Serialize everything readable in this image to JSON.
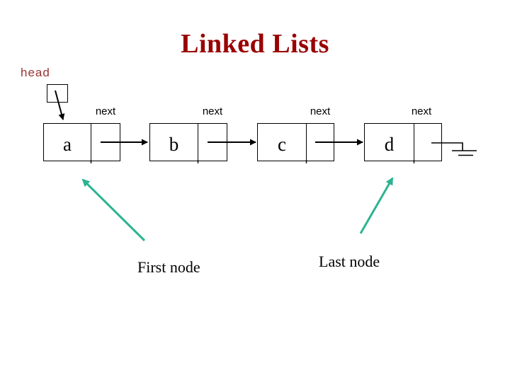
{
  "slide": {
    "title": "Linked Lists",
    "head_label": "head",
    "nodes": [
      {
        "value": "a",
        "pointer_label": "next"
      },
      {
        "value": "b",
        "pointer_label": "next"
      },
      {
        "value": "c",
        "pointer_label": "next"
      },
      {
        "value": "d",
        "pointer_label": "next"
      }
    ],
    "annotations": {
      "first_node": "First node",
      "last_node": "Last node"
    },
    "icons": {
      "null_terminator": "ground-icon"
    },
    "colors": {
      "title_text": "#990000",
      "head_label_text": "#993333",
      "diagram_lines": "#000000",
      "annotation_arrows": "#2db392"
    }
  }
}
